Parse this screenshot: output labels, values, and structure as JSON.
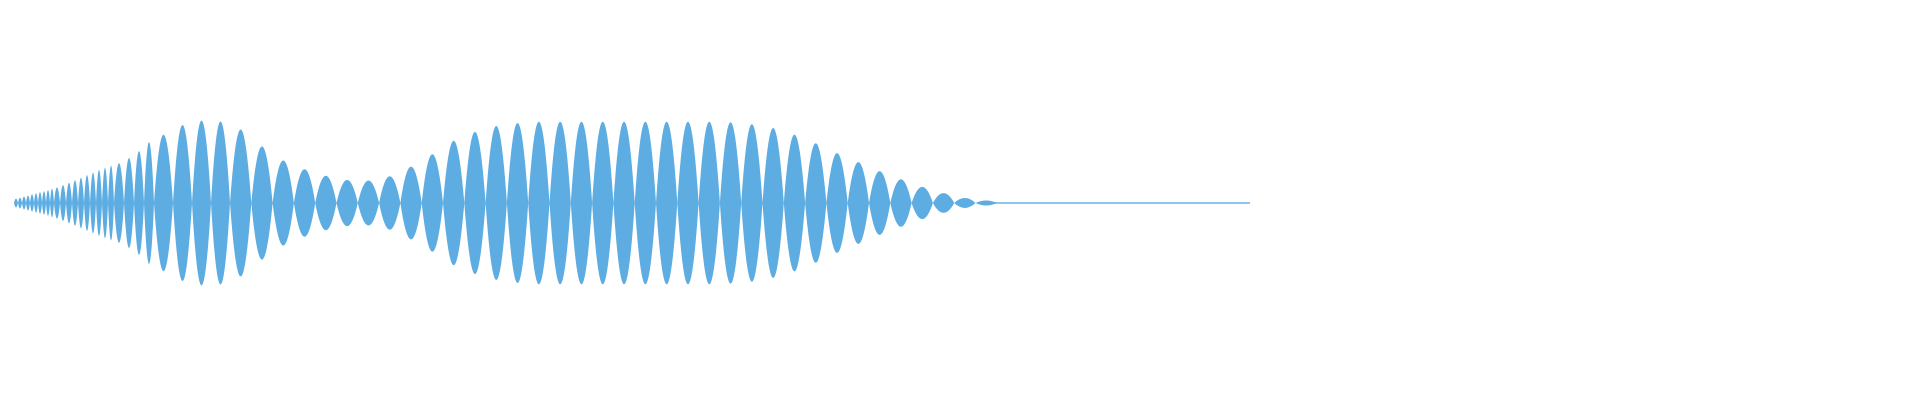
{
  "waveform": {
    "color": "#5dade2",
    "background": "#ffffff",
    "peak_envelope": [
      0.05,
      0.1,
      0.15,
      0.22,
      0.3,
      0.38,
      0.45,
      0.55,
      0.72,
      0.85,
      0.92,
      0.95,
      0.93,
      0.85,
      0.7,
      0.55,
      0.45,
      0.38,
      0.32,
      0.28,
      0.25,
      0.26,
      0.3,
      0.38,
      0.48,
      0.6,
      0.72,
      0.8,
      0.86,
      0.9,
      0.92,
      0.93,
      0.93,
      0.93,
      0.93,
      0.93,
      0.93,
      0.93,
      0.93,
      0.93,
      0.93,
      0.93,
      0.93,
      0.92,
      0.9,
      0.87,
      0.82,
      0.75,
      0.67,
      0.58,
      0.5,
      0.42,
      0.34,
      0.27,
      0.2,
      0.14,
      0.09,
      0.05,
      0.03,
      0.02
    ],
    "tail_level": 0.01
  }
}
